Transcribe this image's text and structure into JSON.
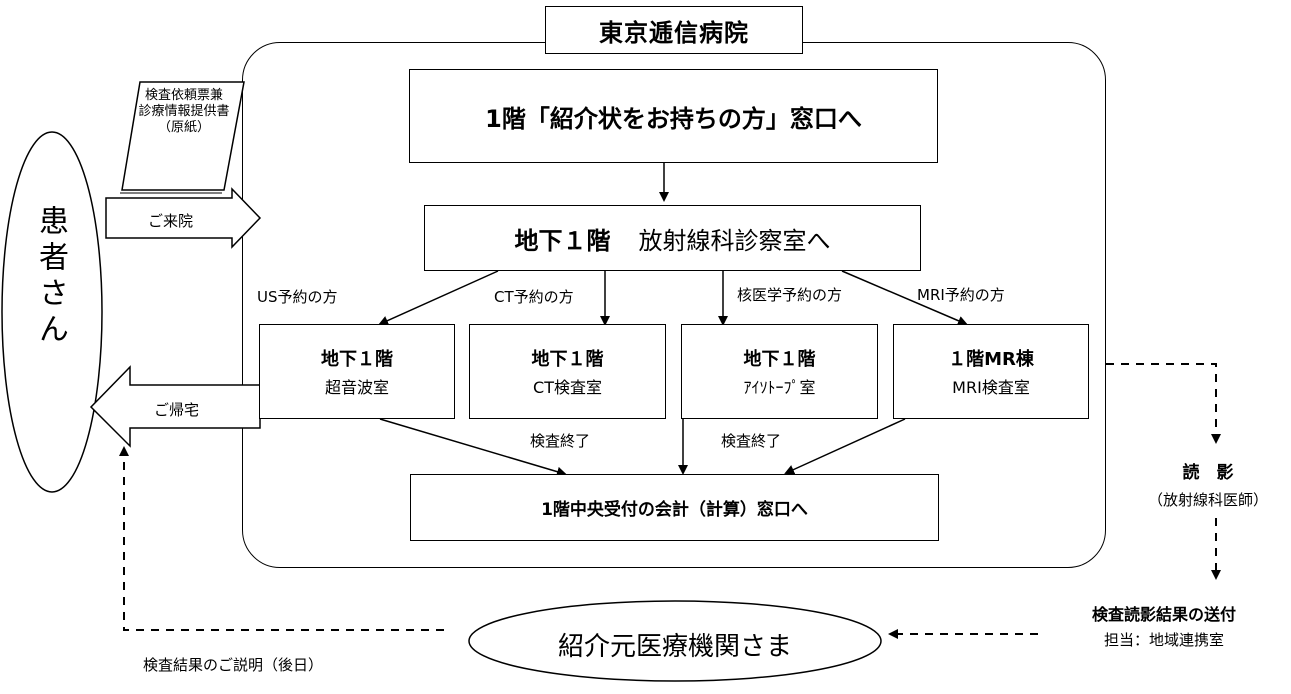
{
  "hospital": {
    "title": "東京逓信病院"
  },
  "steps": {
    "reception": "1階「紹介状をお持ちの方」窓口へ",
    "radiology": {
      "bold": "地下１階",
      "rest": "放射線科診察室へ"
    },
    "billing": "1階中央受付の会計（計算）窓口へ"
  },
  "rooms": [
    {
      "floor": "地下１階",
      "name": "超音波室"
    },
    {
      "floor": "地下１階",
      "name": "CT検査室"
    },
    {
      "floor": "地下１階",
      "name": "ｱｲｿﾄｰﾌﾟ室"
    },
    {
      "floor": "１階MR棟",
      "name": "MRI検査室"
    }
  ],
  "reservations": {
    "us": "US予約の方",
    "ct": "CT予約の方",
    "nuclear": "核医学予約の方",
    "mri": "MRI予約の方"
  },
  "exam_done": {
    "left": "検査終了",
    "right": "検査終了"
  },
  "patient": {
    "label": "患者さん"
  },
  "document": {
    "line1": "検査依頼票兼",
    "line2": "診療情報提供書",
    "line3": "（原紙）"
  },
  "arrows": {
    "visit": "ご来院",
    "return_home": "ご帰宅"
  },
  "reading": {
    "title": "読　影",
    "sub": "（放射線科医師）"
  },
  "sending": {
    "title": "検査読影結果の送付",
    "sub": "担当：地域連携室"
  },
  "referrer": {
    "label": "紹介元医療機関さま"
  },
  "explanation": "検査結果のご説明（後日）"
}
